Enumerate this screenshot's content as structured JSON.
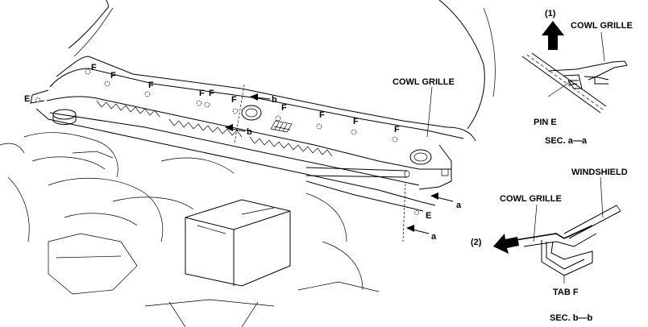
{
  "main_view": {
    "callout_cowl_grille": "COWL GRILLE",
    "tab_label": "F",
    "pin_label": "E",
    "section_a": "a",
    "section_b": "b"
  },
  "sec_aa": {
    "step": "(1)",
    "cowl_grille": "COWL GRILLE",
    "pin": "PIN E",
    "caption": "SEC. a—a"
  },
  "sec_bb": {
    "step": "(2)",
    "windshield": "WINDSHIELD",
    "cowl_grille": "COWL GRILLE",
    "tab": "TAB F",
    "caption": "SEC. b—b"
  }
}
